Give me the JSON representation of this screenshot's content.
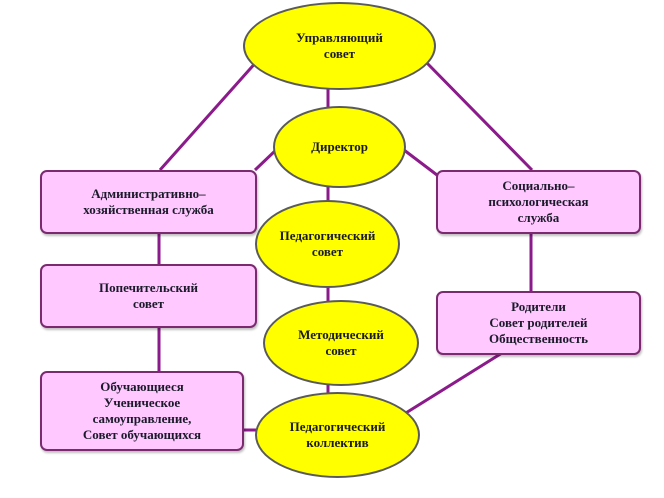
{
  "colors": {
    "ellipse_fill": "#ffff00",
    "box_fill": "#ffc8ff",
    "box_border": "#7b2a6f",
    "line": "#8b1a8b"
  },
  "nodes": {
    "governing_council": "Управляющий\nсовет",
    "director": "Директор",
    "admin_service": "Административно–\nхозяйственная служба",
    "social_service": "Социально–\nпсихологическая\nслужба",
    "pedagogical_council": "Педагогический\nсовет",
    "trustee_council": "Попечительский\nсовет",
    "parents": "Родители\nСовет родителей\nОбщественность",
    "methodical_council": "Методический\nсовет",
    "students": "Обучающиеся\nУченическое\nсамоуправление,\nСовет обучающихся",
    "teaching_staff": "Педагогический\nколлектив"
  }
}
